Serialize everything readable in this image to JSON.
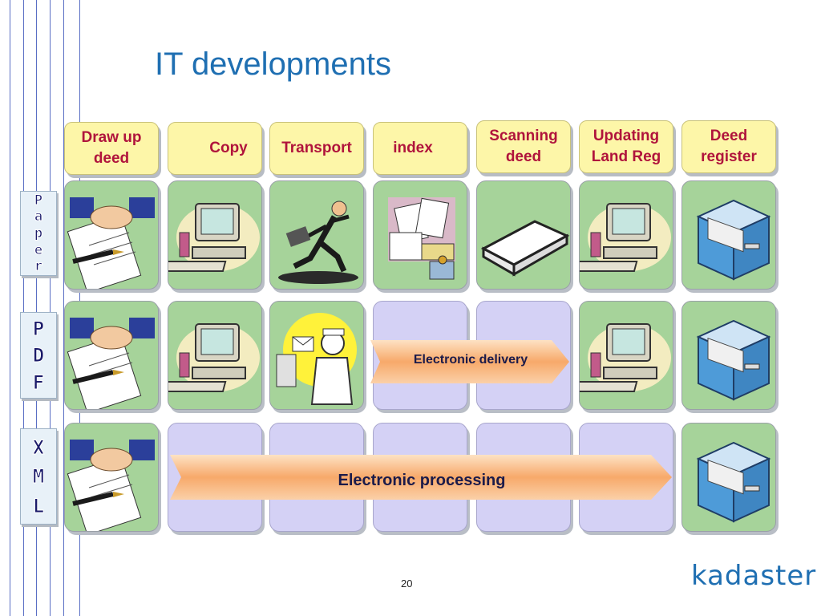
{
  "title": "IT developments",
  "columns": [
    {
      "label": "Draw up\ndeed"
    },
    {
      "label": "Copy"
    },
    {
      "label": "Transport"
    },
    {
      "label": "index"
    },
    {
      "label": "Scanning\ndeed"
    },
    {
      "label": "Updating\nLand Reg"
    },
    {
      "label": "Deed\nregister"
    }
  ],
  "rows": [
    {
      "label": "Paper",
      "letters": [
        "P",
        "a",
        "p",
        "e",
        "r"
      ]
    },
    {
      "label": "PDF",
      "letters": [
        "P",
        "D",
        "F"
      ]
    },
    {
      "label": "XML",
      "letters": [
        "X",
        "M",
        "L"
      ]
    }
  ],
  "arrows": {
    "delivery": "Electronic delivery",
    "processing": "Electronic processing"
  },
  "page_number": "20",
  "logo": "kadaster",
  "colors": {
    "accent": "#1f6fb2",
    "header_text": "#b0143c",
    "cell_green": "#a6d39a",
    "cell_lavender": "#d4d1f5"
  }
}
